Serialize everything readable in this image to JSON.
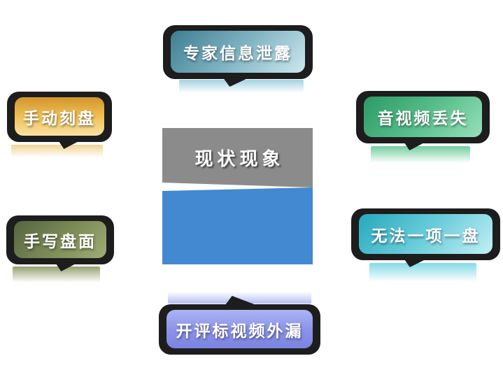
{
  "diagram": {
    "background": "#ffffff",
    "outline_color": "#1d1d1d",
    "center": {
      "label": "现状现象",
      "top_color": "#8b8b8b",
      "bottom_color": "#4289d2",
      "text_color": "#ffffff"
    },
    "bubbles": [
      {
        "id": "expert-info-leak",
        "label": "专家信息泄露",
        "position": "top",
        "color_start": "#3d7e92",
        "color_end": "#cde8ef"
      },
      {
        "id": "manual-disc-burning",
        "label": "手动刻盘",
        "position": "upper-left",
        "color_start": "#d2952b",
        "color_end": "#f9e2a4"
      },
      {
        "id": "audio-video-loss",
        "label": "音视频丢失",
        "position": "upper-right",
        "color_start": "#2b9a66",
        "color_end": "#97e0ba"
      },
      {
        "id": "handwritten-disc",
        "label": "手写盘面",
        "position": "lower-left",
        "color_start": "#556440",
        "color_end": "#9fad77"
      },
      {
        "id": "no-one-item-one-disc",
        "label": "无法一项一盘",
        "position": "lower-right",
        "color_start": "#27a8bd",
        "color_end": "#c2f0f6"
      },
      {
        "id": "bid-video-leak",
        "label": "开评标视频外漏",
        "position": "bottom",
        "color_start": "#abb4f2",
        "color_end": "#7b83e2"
      }
    ]
  }
}
